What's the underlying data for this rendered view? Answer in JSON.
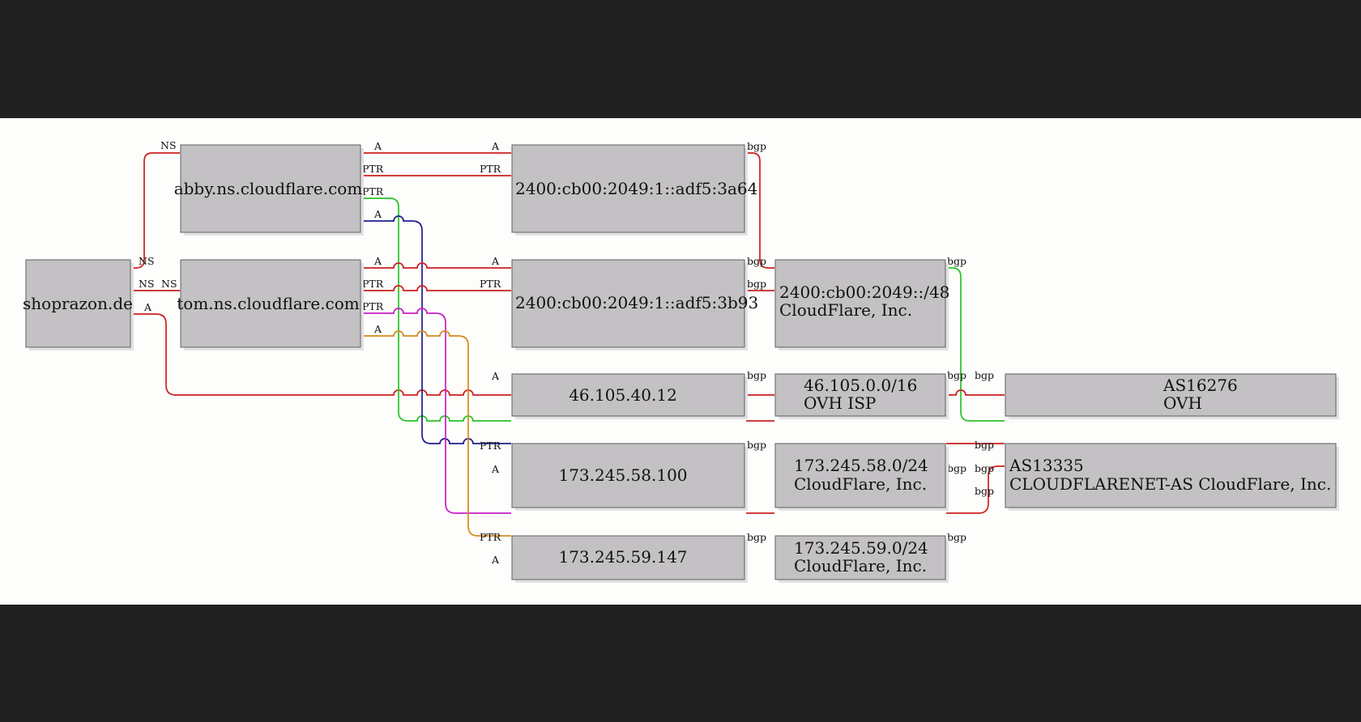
{
  "colors": {
    "red": "#cc1f1f",
    "green": "#27c427",
    "navy": "#1e1e8c",
    "magenta": "#c81ec8",
    "orange": "#d48a1c"
  },
  "nodes": {
    "shoprazon": {
      "lines": [
        "shoprazon.de"
      ]
    },
    "abby": {
      "lines": [
        "abby.ns.cloudflare.com"
      ]
    },
    "tom": {
      "lines": [
        "tom.ns.cloudflare.com"
      ]
    },
    "ip6a": {
      "lines": [
        "2400:cb00:2049:1::adf5:3a64"
      ]
    },
    "ip6b": {
      "lines": [
        "2400:cb00:2049:1::adf5:3b93"
      ]
    },
    "ip4a": {
      "lines": [
        "46.105.40.12"
      ]
    },
    "ip4b": {
      "lines": [
        "173.245.58.100"
      ]
    },
    "ip4c": {
      "lines": [
        "173.245.59.147"
      ]
    },
    "net6": {
      "lines": [
        "2400:cb00:2049::/48",
        "CloudFlare, Inc."
      ]
    },
    "net4a": {
      "lines": [
        "46.105.0.0/16",
        "OVH ISP"
      ]
    },
    "net4b": {
      "lines": [
        "173.245.58.0/24",
        "CloudFlare, Inc."
      ]
    },
    "net4c": {
      "lines": [
        "173.245.59.0/24",
        "CloudFlare, Inc."
      ]
    },
    "as16276": {
      "lines": [
        "AS16276",
        "OVH"
      ]
    },
    "as13335": {
      "lines": [
        "AS13335",
        "CLOUDFLARENET-AS CloudFlare, Inc."
      ]
    }
  },
  "labels": {
    "ns": "NS",
    "a": "A",
    "ptr": "PTR",
    "bgp": "bgp"
  }
}
